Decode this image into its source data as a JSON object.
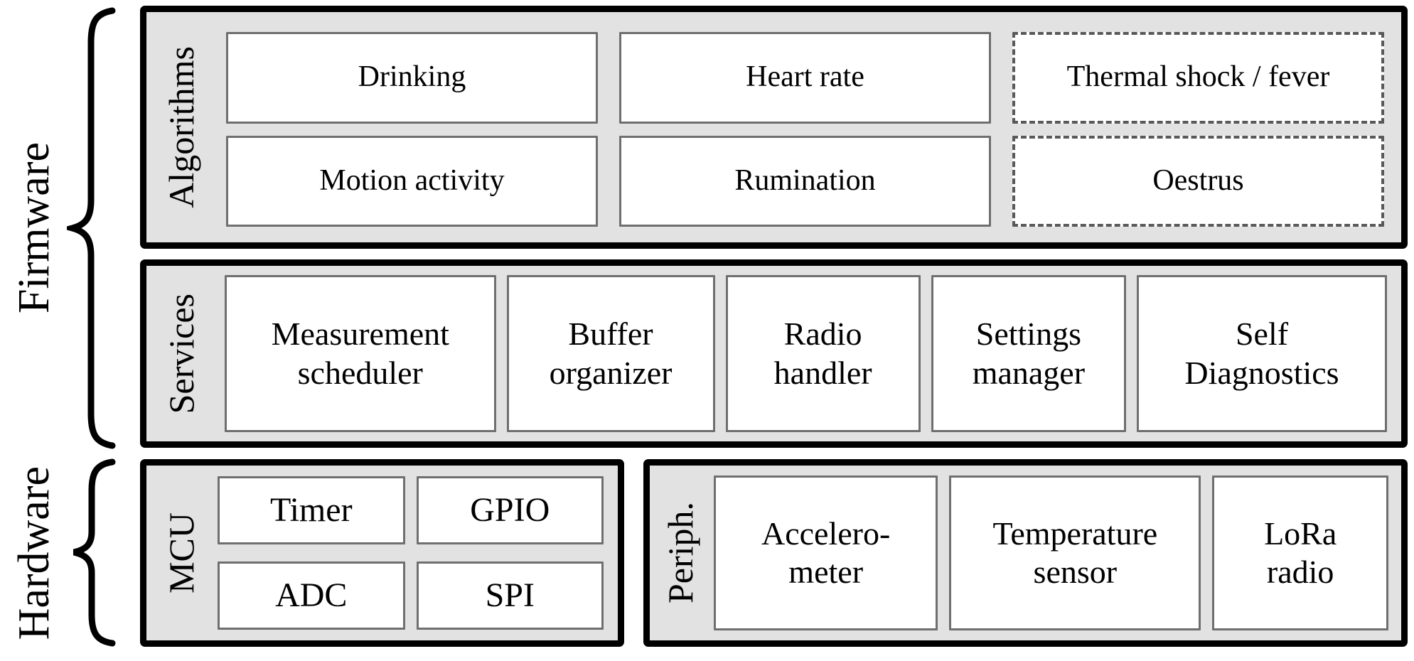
{
  "diagram": {
    "groups": [
      {
        "id": "firmware",
        "label": "Firmware"
      },
      {
        "id": "hardware",
        "label": "Hardware"
      }
    ],
    "sections": {
      "algorithms": {
        "label": "Algorithms",
        "boxes": [
          {
            "label": "Drinking",
            "style": "solid"
          },
          {
            "label": "Heart rate",
            "style": "solid"
          },
          {
            "label": "Thermal shock / fever",
            "style": "dashed"
          },
          {
            "label": "Motion activity",
            "style": "solid"
          },
          {
            "label": "Rumination",
            "style": "solid"
          },
          {
            "label": "Oestrus",
            "style": "dashed"
          }
        ]
      },
      "services": {
        "label": "Services",
        "boxes": [
          {
            "label": "Measurement\nscheduler",
            "style": "solid"
          },
          {
            "label": "Buffer\norganizer",
            "style": "solid"
          },
          {
            "label": "Radio\nhandler",
            "style": "solid"
          },
          {
            "label": "Settings\nmanager",
            "style": "solid"
          },
          {
            "label": "Self\nDiagnostics",
            "style": "solid"
          }
        ]
      },
      "mcu": {
        "label": "MCU",
        "boxes": [
          {
            "label": "Timer",
            "style": "solid"
          },
          {
            "label": "GPIO",
            "style": "solid"
          },
          {
            "label": "ADC",
            "style": "solid"
          },
          {
            "label": "SPI",
            "style": "solid"
          }
        ]
      },
      "peripherals": {
        "label": "Periph.",
        "boxes": [
          {
            "label": "Accelero-\nmeter",
            "style": "solid"
          },
          {
            "label": "Temperature\nsensor",
            "style": "solid"
          },
          {
            "label": "LoRa\nradio",
            "style": "solid"
          }
        ]
      }
    },
    "colors": {
      "panel_fill": "#e2e2e2",
      "panel_border": "#000000",
      "box_fill": "#ffffff",
      "box_border": "#6f6f6f",
      "dashed_border": "#595959",
      "text": "#000000"
    }
  }
}
